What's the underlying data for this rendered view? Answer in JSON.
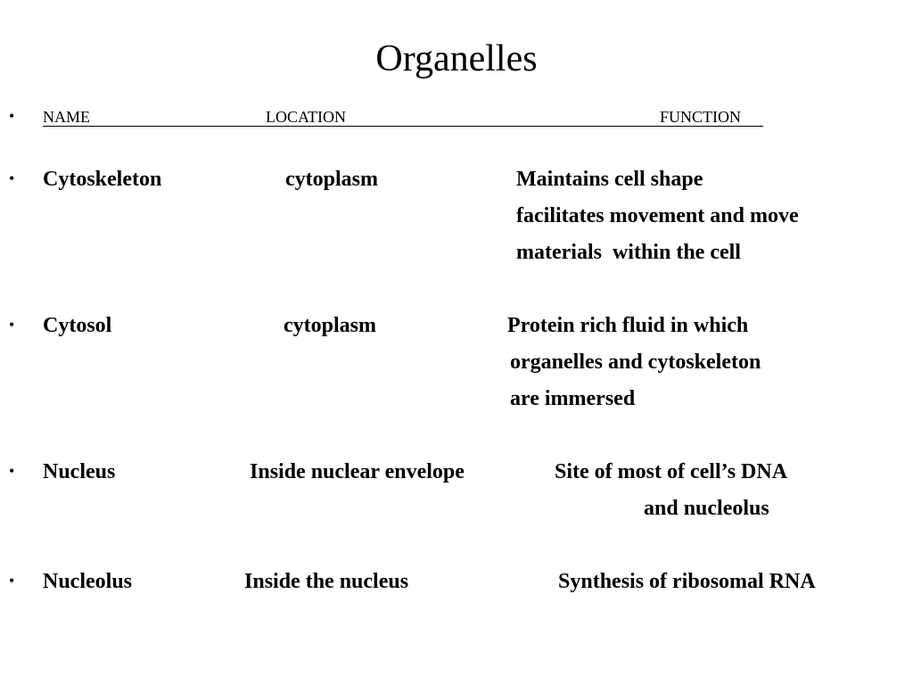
{
  "title": "Organelles",
  "bullet_char": "•",
  "header": {
    "name": "NAME",
    "location": "LOCATION",
    "function": "FUNCTION"
  },
  "rows": [
    {
      "name": "Cytoskeleton",
      "location": "cytoplasm",
      "function": [
        "Maintains cell shape",
        "facilitates movement and move",
        "materials  within the cell"
      ]
    },
    {
      "name": "Cytosol",
      "location": "cytoplasm",
      "function": [
        "Protein rich fluid in which",
        "organelles and cytoskeleton",
        "are immersed"
      ]
    },
    {
      "name": "Nucleus",
      "location": "Inside nuclear envelope",
      "function": [
        "Site of most of cell’s DNA",
        "and nucleolus"
      ]
    },
    {
      "name": "Nucleolus",
      "location": "Inside the nucleus",
      "function": [
        "Synthesis of ribosomal RNA"
      ]
    }
  ]
}
